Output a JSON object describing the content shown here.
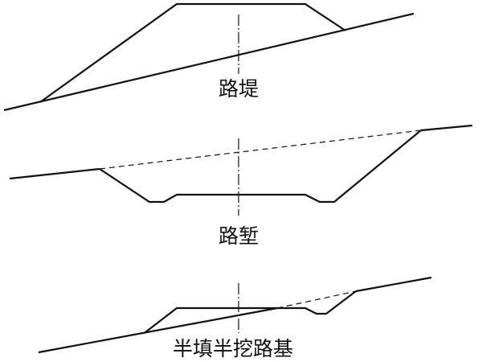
{
  "colors": {
    "background": "#ffffff",
    "stroke": "#111111"
  },
  "sections": [
    {
      "id": "embankment",
      "label": "路堤"
    },
    {
      "id": "cutting",
      "label": "路堑"
    },
    {
      "id": "half-fill-half-cut",
      "label": "半填半挖路基"
    }
  ]
}
